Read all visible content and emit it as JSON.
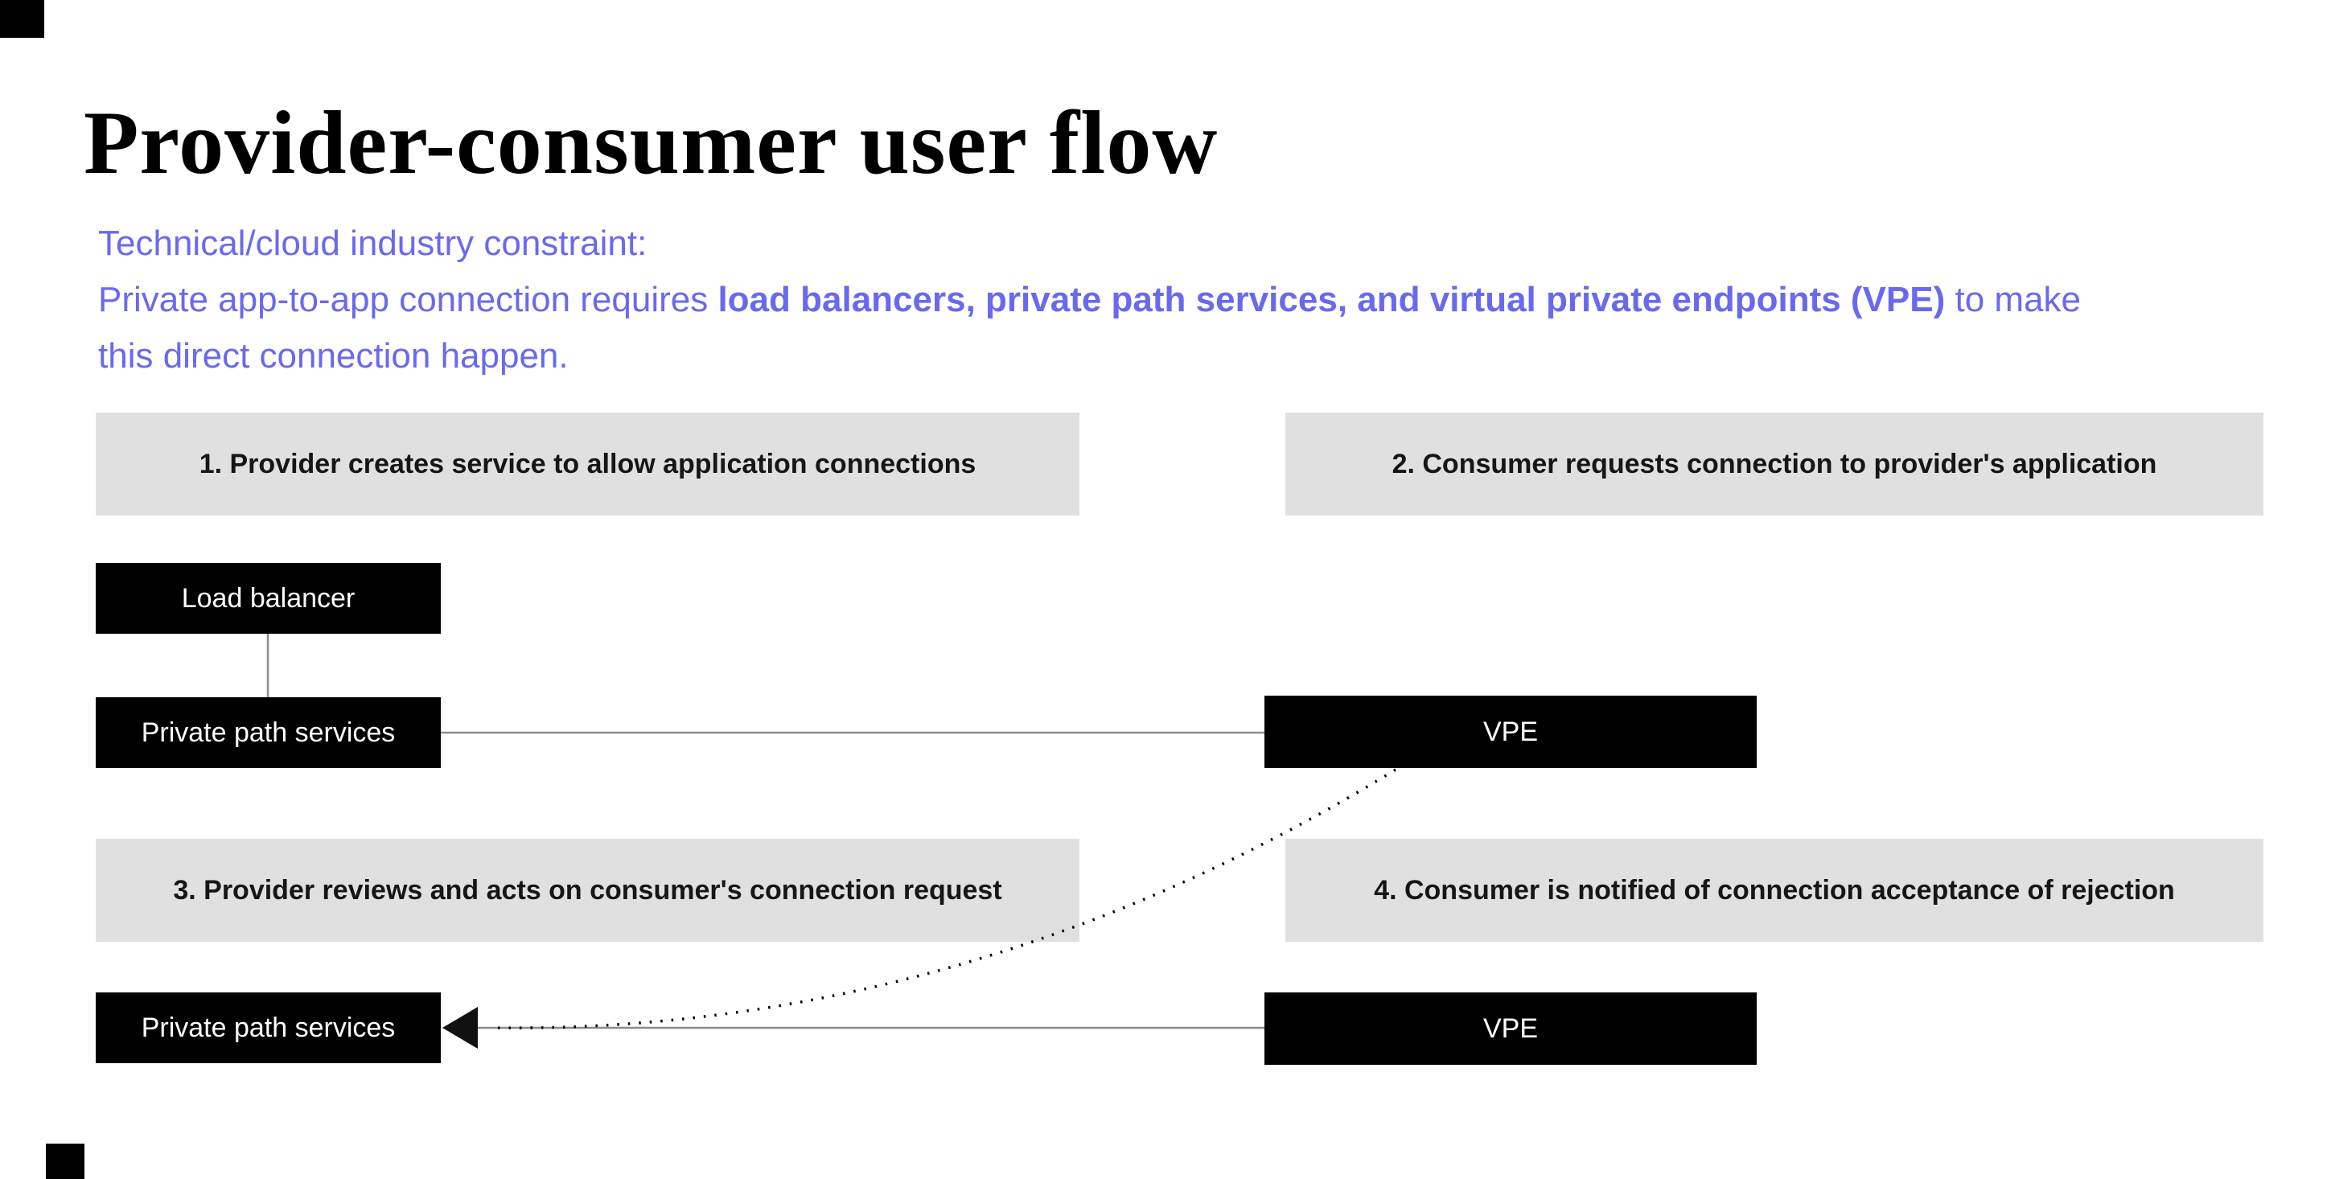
{
  "title": "Provider-consumer user flow",
  "constraint": {
    "heading": "Technical/cloud industry constraint:",
    "line2_prefix": "Private app-to-app connection requires ",
    "line2_bold": "load balancers, private path services, and virtual private endpoints (VPE)",
    "line2_suffix": " to make",
    "line3": "this direct connection happen."
  },
  "steps": [
    {
      "label": "1. Provider creates service to allow application connections"
    },
    {
      "label": "2. Consumer requests connection to provider's application"
    },
    {
      "label": "3. Provider reviews and acts on consumer's connection request"
    },
    {
      "label": "4. Consumer is notified of connection acceptance of rejection"
    }
  ],
  "nodes": [
    {
      "label": "Load balancer"
    },
    {
      "label": "Private path services"
    },
    {
      "label": "VPE"
    },
    {
      "label": "Private path services"
    },
    {
      "label": "VPE"
    }
  ],
  "colors": {
    "accent_text": "#6969f0",
    "step_box_bg": "#e0e0e0",
    "step_box_text": "#161616",
    "node_bg": "#000000",
    "node_text": "#ffffff",
    "connector": "#8c8c8c",
    "dotted_connector": "#000000"
  }
}
